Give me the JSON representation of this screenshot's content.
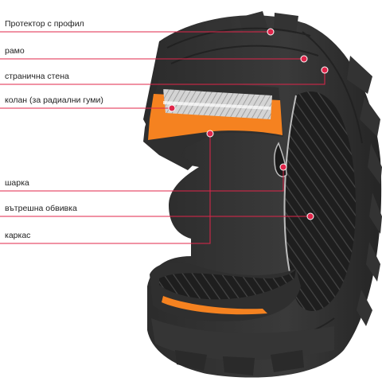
{
  "labels": {
    "tread": "Протектор с профил",
    "shoulder": "рамо",
    "sidewall": "странична стена",
    "belt": "колан (за радиални гуми)",
    "bead": "шарка",
    "inner_liner": "вътрешна обвивка",
    "carcass": "каркас"
  },
  "colors": {
    "accent": "#e0254a",
    "tire_dark": "#2a2a2a",
    "tire_mid": "#3a3a3a",
    "belt_orange": "#f58220",
    "belt_grey": "#bfbfbf"
  }
}
